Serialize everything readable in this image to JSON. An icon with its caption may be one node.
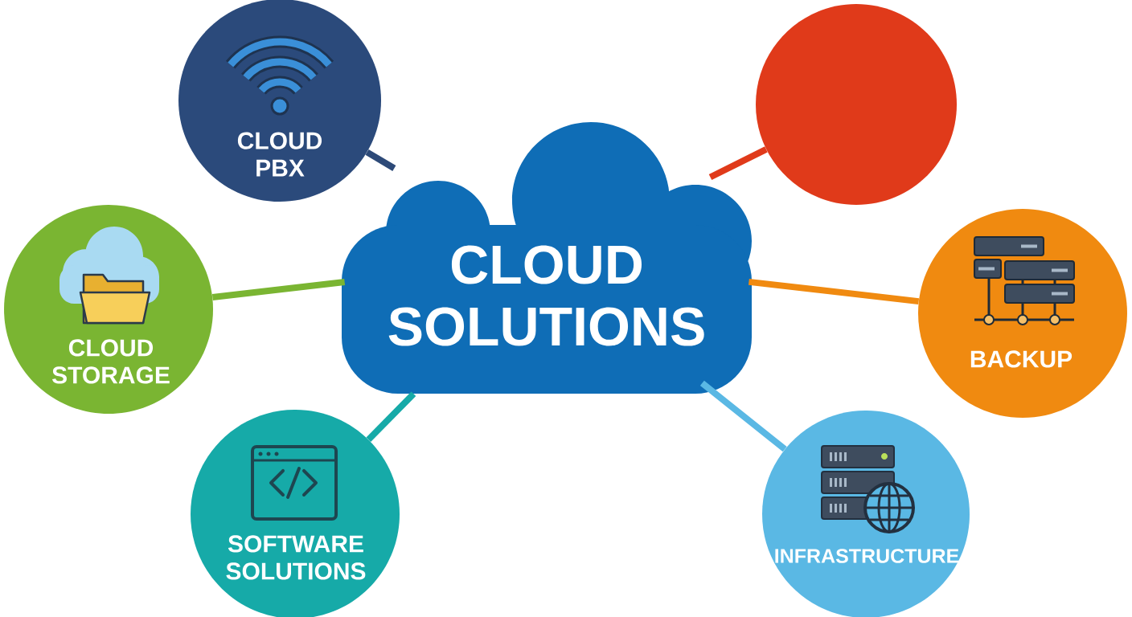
{
  "diagram": {
    "nodes": [
      {
        "text": [
          "CLOUD SOLUTIONS"
        ]
      },
      {
        "text": [
          "CLOUD PBX"
        ]
      },
      {
        "text": [],
        "shape": "circle"
      },
      {
        "text": [
          "CLOUD STORAGE"
        ]
      },
      {
        "text": [
          "BACKUP"
        ]
      },
      {
        "text": [
          "SOFTWARE SOLUTIONS"
        ]
      },
      {
        "text": [
          "INFRASTRUCTURE"
        ]
      }
    ],
    "edges": [
      {
        "from": 0,
        "to": 1,
        "arrow": "none",
        "color": "#2d4a78"
      },
      {
        "from": 0,
        "to": 2,
        "arrow": "none",
        "color": "#e03a1a"
      },
      {
        "from": 0,
        "to": 3,
        "arrow": "none",
        "color": "#7ab532"
      },
      {
        "from": 0,
        "to": 4,
        "arrow": "none",
        "color": "#f08a10"
      },
      {
        "from": 0,
        "to": 5,
        "arrow": "none",
        "color": "#16aaa8"
      },
      {
        "from": 0,
        "to": 6,
        "arrow": "none",
        "color": "#5ab8e4"
      }
    ]
  }
}
